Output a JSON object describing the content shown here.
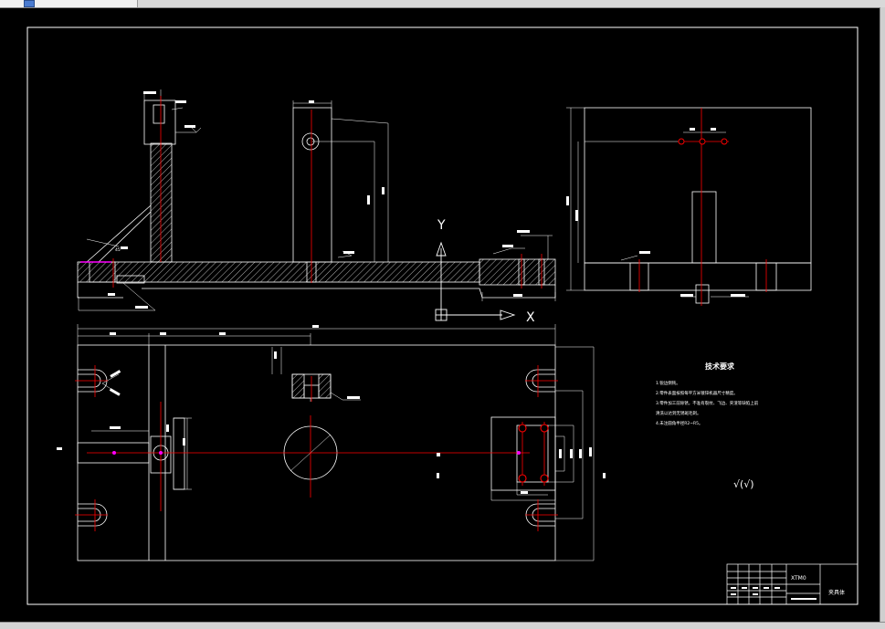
{
  "window": {
    "colors": {
      "background": "#000000",
      "line": "#ffffff",
      "centerline": "#ff0000",
      "hatch": "#ffffff",
      "accent": "#ff00ff"
    },
    "icons": [
      "drawing-tab-icon"
    ]
  },
  "drawing": {
    "axes": {
      "y_label": "Y",
      "x_label": "X"
    },
    "roughness": "√(√)",
    "section_angle": "45°",
    "title_block": {
      "code": "XTM0",
      "name": "夹具体"
    },
    "tech_req": {
      "title": "技术要求",
      "lines": [
        "1.锐边倒钝。",
        "2.零件表面按照每平方米镀锌机器尺寸精度。",
        "3.零件加工前除锈，不准有裂纹、飞边、夹渣等缺陷上前",
        "清洗以达到无锈斑毛刺。",
        "4.未注圆角半径R2~R5。"
      ]
    }
  }
}
